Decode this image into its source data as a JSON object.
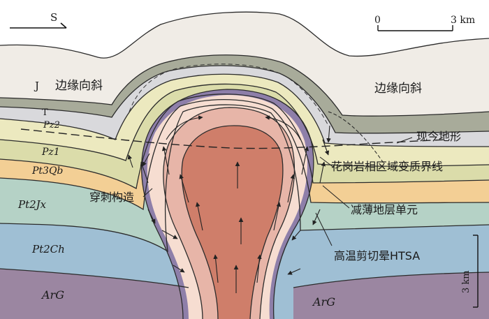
{
  "orientation": {
    "direction_label": "S"
  },
  "scale_bar": {
    "zero_label": "0",
    "end_label": "3 km"
  },
  "vertical_scale": {
    "label": "3 km"
  },
  "units": {
    "J": "J",
    "T": "T",
    "Pz2": "Pz2",
    "Pz1": "Pz1",
    "Pt3Qb": "Pt3Qb",
    "Pt2Jx": "Pt2Jx",
    "Pt2Ch": "Pt2Ch",
    "ArG_left": "ArG",
    "ArG_right": "ArG"
  },
  "annotations": {
    "marginal_syncline_left": "边缘向斜",
    "marginal_syncline_right": "边缘向斜",
    "present_topography": "现今地形",
    "granite_facies_boundary": "花岗岩相区域变质界线",
    "piercing_structure": "穿刺构造",
    "thinned_strata": "减薄地层单元",
    "htsa": "高温剪切晕HTSA"
  },
  "colors": {
    "J": "#f0ece6",
    "cover_gray": "#a8ab9a",
    "T": "#d9d9dc",
    "Pz2": "#ece9bf",
    "Pz1": "#dbdcaa",
    "Pt3Qb": "#f3cf95",
    "Pt2Jx": "#b5d2c6",
    "Pt2Ch": "#9fbfd4",
    "ArG": "#9b86a1",
    "dome_outer": "#f6ddd1",
    "dome_mid": "#e7b5a8",
    "dome_core": "#cf7e6a",
    "purple_rim": "#8e7fa9"
  }
}
